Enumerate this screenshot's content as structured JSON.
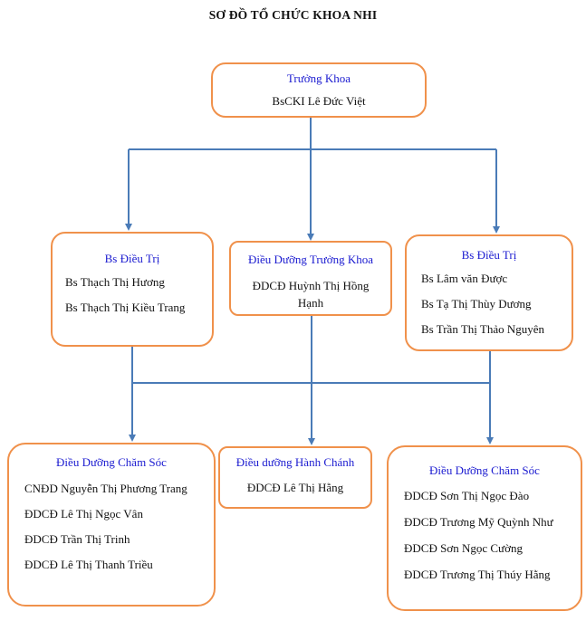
{
  "title": "SƠ ĐỒ TỔ CHỨC KHOA NHI",
  "head": {
    "role": "Trưởng Khoa",
    "name": "BsCKI Lê Đức Việt"
  },
  "left_doctors": {
    "role": "Bs Điều Trị",
    "members": [
      "Bs Thạch Thị Hương",
      "Bs Thạch Thị Kiều Trang"
    ]
  },
  "head_nurse": {
    "role": "Điều Dưỡng Trưởng Khoa",
    "members": [
      "ĐDCĐ Huỳnh Thị Hồng Hạnh"
    ]
  },
  "right_doctors": {
    "role": "Bs Điều Trị",
    "members": [
      "Bs Lâm văn Được",
      "Bs Tạ Thị Thùy Dương",
      "Bs Trần Thị Thảo Nguyên"
    ]
  },
  "left_care": {
    "role": "Điều Dưỡng Chăm Sóc",
    "members": [
      "CNĐD Nguyễn Thị Phương Trang",
      "ĐDCĐ Lê Thị Ngọc Vân",
      "ĐDCĐ Trần Thị Trinh",
      "ĐDCĐ Lê Thị Thanh Triều"
    ]
  },
  "admin_nurse": {
    "role": "Điều dưỡng Hành Chánh",
    "members": [
      "ĐDCĐ Lê Thị Hằng"
    ]
  },
  "right_care": {
    "role": "Điều Dưỡng Chăm Sóc",
    "members": [
      "ĐDCĐ Sơn Thị Ngọc Đào",
      "ĐDCĐ Trương Mỹ Quỳnh Như",
      "ĐDCĐ Sơn Ngọc Cường",
      "ĐDCĐ Trương Thị Thúy Hằng"
    ]
  },
  "colors": {
    "border": "#f0914b",
    "connector": "#4a7bb7",
    "role_text": "#1a1ad0"
  }
}
